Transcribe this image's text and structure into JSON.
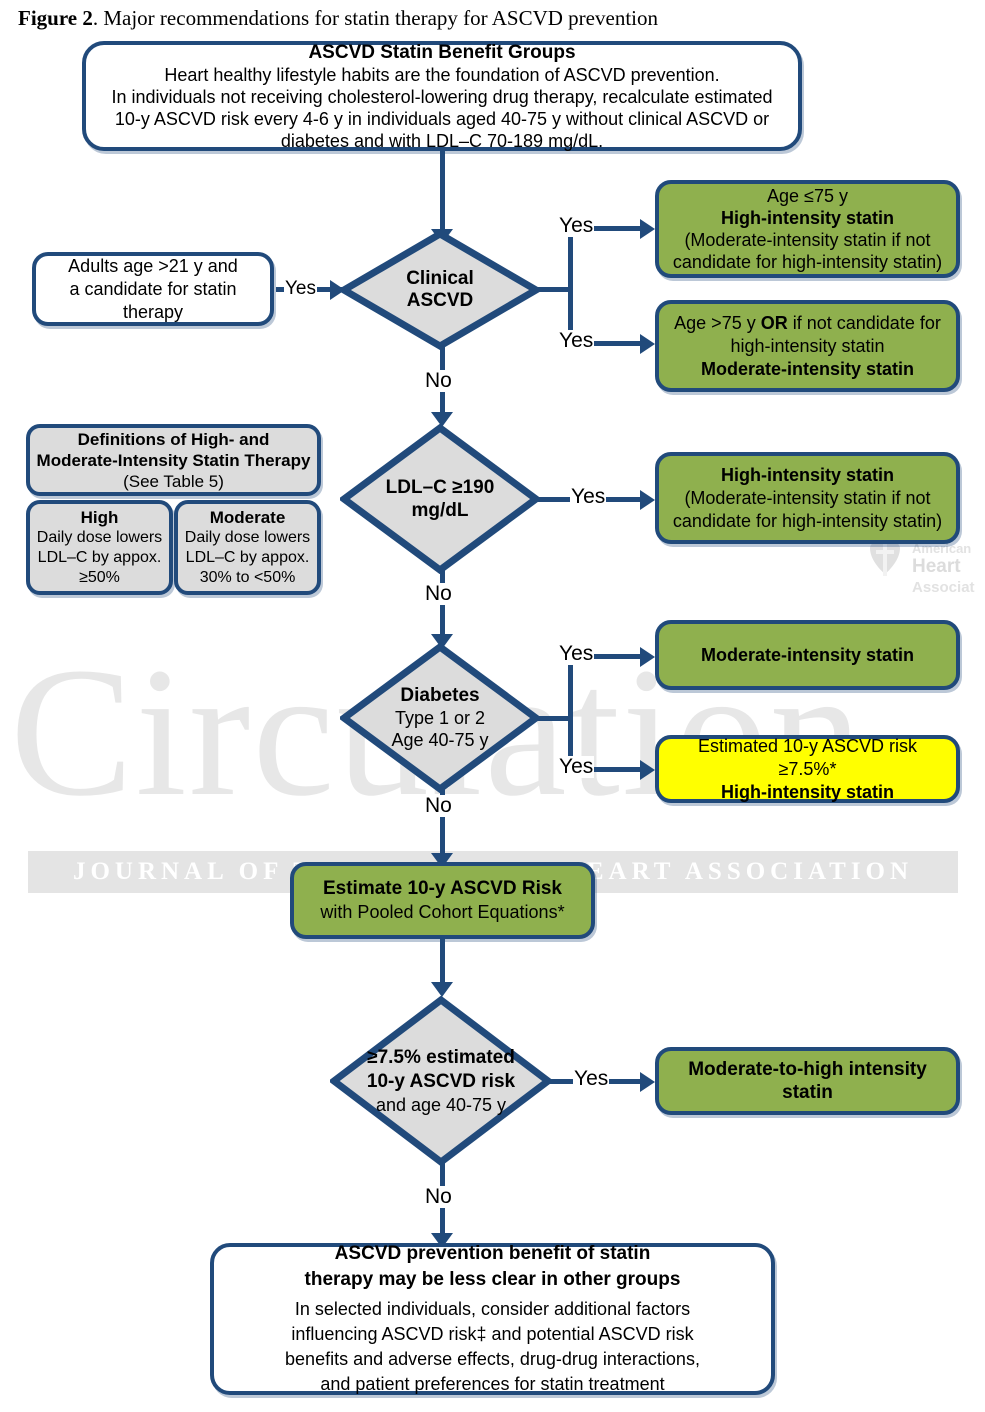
{
  "figure": {
    "label": "Figure 2",
    "caption": ". Major recommendations for statin therapy for ASCVD prevention"
  },
  "watermark": {
    "journal": "Circulation",
    "band": "JOURNAL OF THE AMERICAN HEART ASSOCIATION",
    "logo_name": "american-heart-association-logo"
  },
  "colors": {
    "border": "#214a7b",
    "green": "#8fb04e",
    "yellow": "#ffff00",
    "gray": "#dcdcdc",
    "white": "#ffffff"
  },
  "nodes": {
    "header": {
      "title": "ASCVD Statin Benefit Groups",
      "line1": "Heart healthy lifestyle habits are the foundation of ASCVD prevention.",
      "line2": "In individuals not receiving cholesterol-lowering drug therapy, recalculate estimated",
      "line3": "10-y ASCVD risk every 4-6 y in individuals aged 40-75 y without clinical ASCVD or",
      "line4": "diabetes and with LDL–C 70-189 mg/dL."
    },
    "entry": {
      "line1": "Adults age >21 y and",
      "line2": "a candidate for statin therapy"
    },
    "d_ascvd": {
      "line1": "Clinical",
      "line2": "ASCVD"
    },
    "out_ascvd_young": {
      "line1": "Age ≤75 y",
      "line2": "High-intensity statin",
      "line3": "(Moderate-intensity statin if not",
      "line4": "candidate for high-intensity statin)"
    },
    "out_ascvd_old": {
      "line1": "Age >75 y OR if not candidate for",
      "line1a": "Age >75 y ",
      "line1b": "OR",
      "line1c": " if not candidate for",
      "line2": "high-intensity statin",
      "line3": "Moderate-intensity statin"
    },
    "d_ldl": {
      "line1": "LDL–C ≥190",
      "line2": "mg/dL"
    },
    "out_ldl": {
      "line1": "High-intensity statin",
      "line2": "(Moderate-intensity statin if not",
      "line3": "candidate for high-intensity statin)"
    },
    "d_diabetes": {
      "line1": "Diabetes",
      "line2": "Type 1 or 2",
      "line3": "Age 40-75 y"
    },
    "out_dm_moderate": {
      "line1": "Moderate-intensity statin"
    },
    "out_dm_high": {
      "line1": "Estimated 10-y ASCVD risk ≥7.5%*",
      "line2": "High-intensity statin"
    },
    "estimate": {
      "line1": "Estimate 10-y ASCVD Risk",
      "line2": "with Pooled Cohort Equations*"
    },
    "d_risk": {
      "line1": "≥7.5% estimated",
      "line2": "10-y ASCVD risk",
      "line3": "and age 40-75 y"
    },
    "out_risk": {
      "line1": "Moderate-to-high intensity statin"
    },
    "footer": {
      "title1": "ASCVD prevention benefit of statin",
      "title2": "therapy may be less clear in other groups",
      "line1": "In selected individuals, consider additional factors",
      "line2": "influencing ASCVD risk‡ and potential ASCVD risk",
      "line3": "benefits and adverse effects, drug-drug interactions,",
      "line4": "and patient preferences for statin treatment"
    }
  },
  "definitions": {
    "title1": "Definitions of High- and",
    "title2": "Moderate-Intensity Statin Therapy",
    "subtitle": "(See Table 5)",
    "high": {
      "title": "High",
      "line1": "Daily dose lowers",
      "line2": "LDL–C by appox.",
      "line3": "≥50%"
    },
    "moderate": {
      "title": "Moderate",
      "line1": "Daily dose lowers",
      "line2": "LDL–C by appox.",
      "line3": "30% to <50%"
    }
  },
  "edges": {
    "yes": "Yes",
    "no": "No"
  }
}
